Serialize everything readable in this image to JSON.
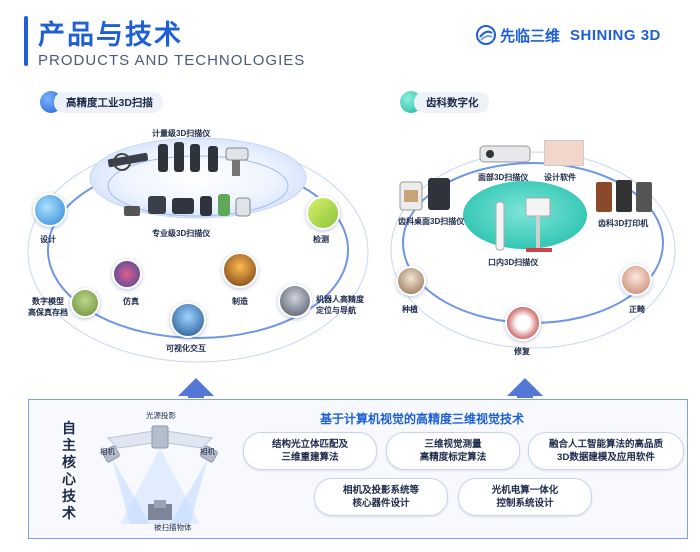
{
  "header": {
    "title_cn": "产品与技术",
    "title_en": "PRODUCTS AND TECHNOLOGIES",
    "logo_cn": "先临三维",
    "logo_en": "SHINING 3D"
  },
  "colors": {
    "brand_blue": "#1f5fd6",
    "dental_teal": "#2cc3b0",
    "ring_blue": "#6f95e6"
  },
  "industrial": {
    "title": "高精度工业3D扫描",
    "metrology": "计量级3D扫描仪",
    "professional": "专业级3D扫描仪",
    "apps": {
      "design": "设计",
      "inspection": "检测",
      "simulation": "仿真",
      "manufacturing": "制造",
      "digital_model_1": "数字模型",
      "digital_model_2": "高保真存档",
      "robot_1": "机器人高精度",
      "robot_2": "定位与导航",
      "visual": "可视化交互"
    }
  },
  "dental": {
    "title": "齿科数字化",
    "face_scanner": "面部3D扫描仪",
    "design_software": "设计软件",
    "desktop_scanner": "齿科桌面3D扫描仪",
    "printer": "齿科3D打印机",
    "intraoral": "口内3D扫描仪",
    "apps": {
      "implant": "种植",
      "ortho": "正畸",
      "restoration": "修复"
    }
  },
  "core": {
    "vertical_label": "自主核心技术",
    "heading": "基于计算机视觉的高精度三维视觉技术",
    "diagram": {
      "projector": "光源投影",
      "camera_left": "相机",
      "camera_right": "相机",
      "object": "被扫描物体"
    },
    "pills": [
      {
        "line1": "结构光立体匹配及",
        "line2": "三维重建算法"
      },
      {
        "line1": "三维视觉测量",
        "line2": "高精度标定算法"
      },
      {
        "line1": "融合人工智能算法的高品质",
        "line2": "3D数据建模及应用软件"
      },
      {
        "line1": "相机及投影系统等",
        "line2": "核心器件设计"
      },
      {
        "line1": "光机电算一体化",
        "line2": "控制系统设计"
      }
    ]
  }
}
